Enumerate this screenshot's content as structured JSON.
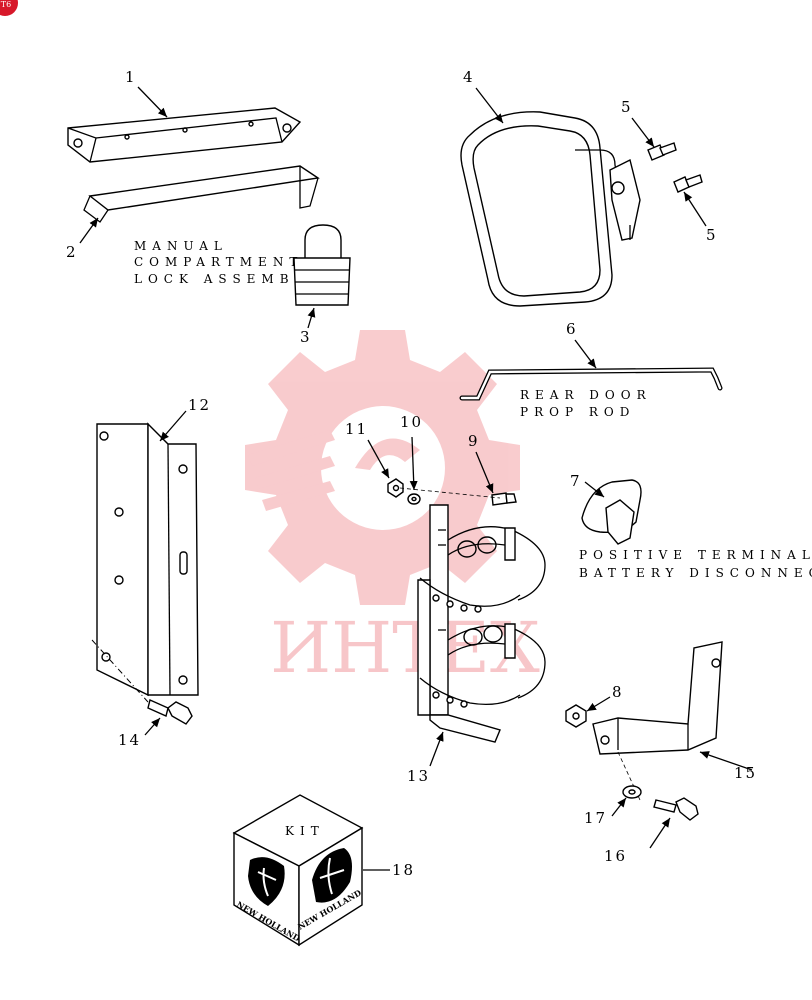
{
  "badge": {
    "text": "T6",
    "color": "#d7182a"
  },
  "watermark": {
    "text": "ИНТЕХ",
    "color": "#e8474f"
  },
  "kit_box": {
    "label": "KIT",
    "brand": "NEW HOLLAND"
  },
  "captions": {
    "manual_compartment": [
      "MANUAL",
      "COMPARTMENT",
      "LOCK ASSEMBLY"
    ],
    "rear_door": [
      "REAR DOOR",
      "PROP ROD"
    ],
    "battery": [
      "POSITIVE TERMINAL",
      "BATTERY DISCONNECT"
    ]
  },
  "callouts": {
    "c1": "1",
    "c2": "2",
    "c3": "3",
    "c4": "4",
    "c5a": "5",
    "c5b": "5",
    "c6": "6",
    "c7": "7",
    "c8": "8",
    "c9": "9",
    "c10": "10",
    "c11": "11",
    "c12": "12",
    "c13": "13",
    "c14": "14",
    "c15": "15",
    "c16": "16",
    "c17": "17",
    "c18": "18"
  }
}
